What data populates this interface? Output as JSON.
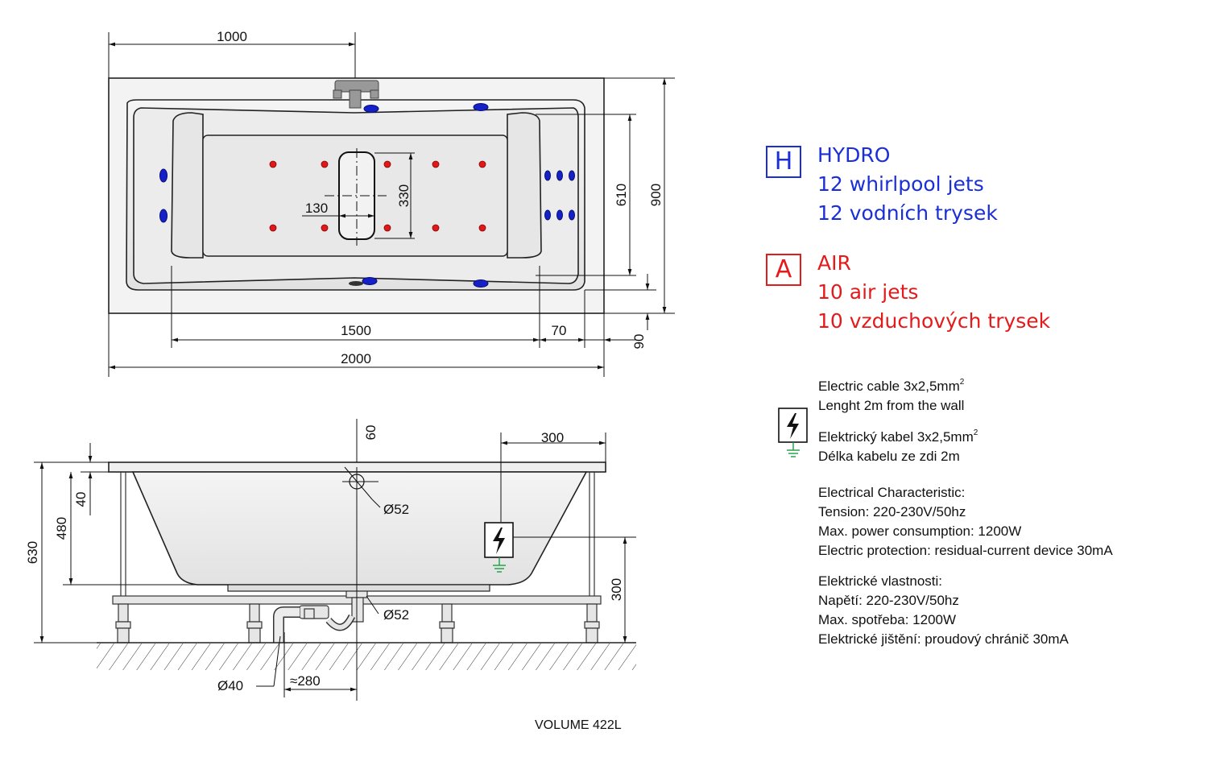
{
  "legend": {
    "hydro": {
      "letter": "H",
      "title": "HYDRO",
      "line2": "12 whirlpool jets",
      "line3": "12 vodních trysek",
      "color": "#1a2fd8"
    },
    "air": {
      "letter": "A",
      "title": "AIR",
      "line2": "10 air jets",
      "line3": "10 vzduchových trysek",
      "color": "#e51a1a"
    }
  },
  "cable": {
    "en_line1": "Electric cable 3x2,5mm",
    "en_sup": "2",
    "en_line2": "Lenght 2m from the wall",
    "cz_line1": "Elektrický kabel 3x2,5mm",
    "cz_sup": "2",
    "cz_line2": "Délka kabelu ze zdi 2m"
  },
  "electrical_en": {
    "heading": "Electrical Characteristic:",
    "tension": "Tension: 220-230V/50hz",
    "power": "Max. power consumption: 1200W",
    "protection": "Electric protection: residual-current device 30mA"
  },
  "electrical_cz": {
    "heading": "Elektrické vlastnosti:",
    "tension": "Napětí: 220-230V/50hz",
    "power": "Max. spotřeba: 1200W",
    "protection": "Elektrické jištění: proudový chránič 30mA"
  },
  "dimensions": {
    "top_1000": "1000",
    "inner_130": "130",
    "inner_330": "330",
    "height_610": "610",
    "width_900": "900",
    "length_1500": "1500",
    "offset_70": "70",
    "offset_90": "90",
    "length_2000": "2000",
    "side_60": "60",
    "side_300_top": "300",
    "overflow_d52": "Ø52",
    "side_40": "40",
    "side_480": "480",
    "side_630": "630",
    "side_300_right": "300",
    "drain_d52": "Ø52",
    "pipe_d40": "Ø40",
    "drain_280": "≈280"
  },
  "volume": "VOLUME 422L",
  "colors": {
    "hydro_jet": "#1620c8",
    "air_jet": "#e01818",
    "ground": "#18a040"
  }
}
